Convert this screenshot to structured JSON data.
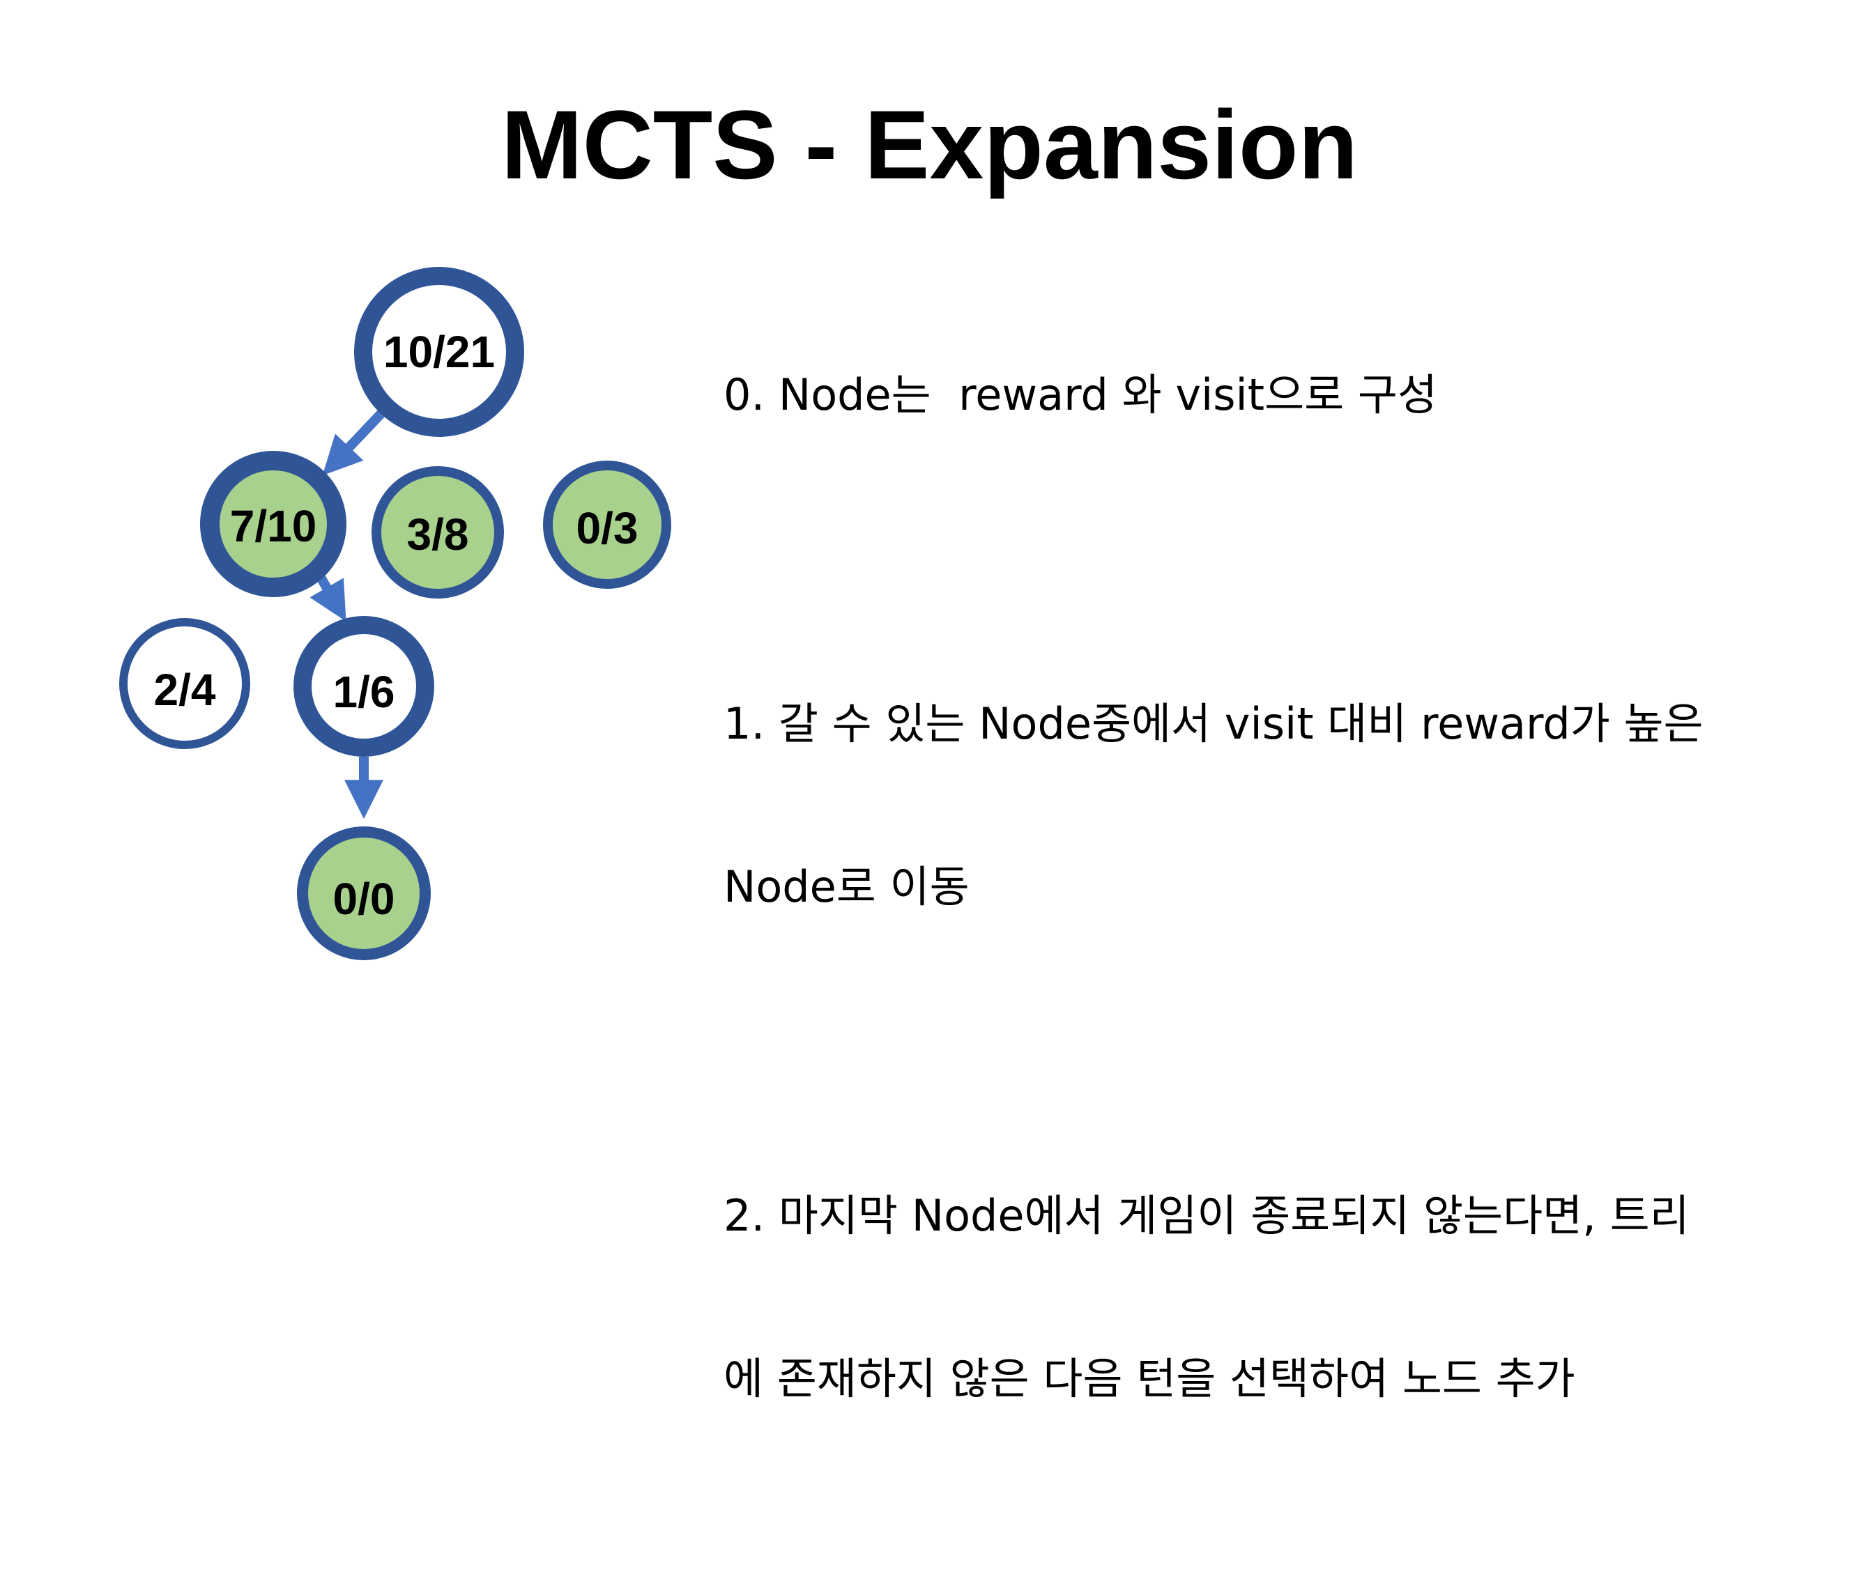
{
  "title": "MCTS - Expansion",
  "colors": {
    "node_border": "#2F5597",
    "node_fill_selected": "#A9D18E",
    "node_fill_default": "#FFFFFF",
    "arrow": "#4472C4"
  },
  "tree": {
    "nodes": [
      {
        "id": "root",
        "label": "10/21",
        "state": "default"
      },
      {
        "id": "a",
        "label": "7/10",
        "state": "selected"
      },
      {
        "id": "b",
        "label": "3/8",
        "state": "selected"
      },
      {
        "id": "c",
        "label": "0/3",
        "state": "selected"
      },
      {
        "id": "a1",
        "label": "2/4",
        "state": "default"
      },
      {
        "id": "a2",
        "label": "1/6",
        "state": "default"
      },
      {
        "id": "new",
        "label": "0/0",
        "state": "selected"
      }
    ],
    "edges": [
      {
        "from": "root",
        "to": "a"
      },
      {
        "from": "a",
        "to": "a2"
      },
      {
        "from": "a2",
        "to": "new"
      }
    ]
  },
  "notes": [
    {
      "lines": [
        "0. Node는  reward 와 visit으로 구성"
      ]
    },
    {
      "lines": [
        "1. 갈 수 있는 Node중에서 visit 대비 reward가 높은",
        "Node로 이동"
      ]
    },
    {
      "lines": [
        "2. 마지막 Node에서 게임이 종료되지 않는다면, 트리",
        "에 존재하지 않은 다음 턴을 선택하여 노드 추가"
      ]
    }
  ]
}
